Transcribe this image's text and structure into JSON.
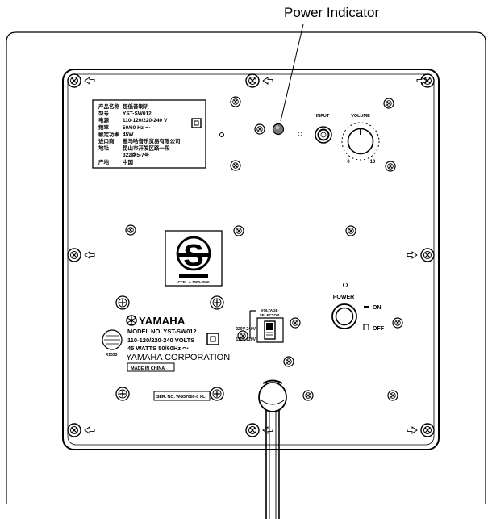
{
  "callout": {
    "label": "Power Indicator"
  },
  "label_plate": {
    "lines": [
      {
        "key": "产品名称",
        "value": "超低音喇叭"
      },
      {
        "key": "型号",
        "value": "YST-SW012"
      },
      {
        "key": "电源",
        "value": "110-120/220-240 V"
      },
      {
        "key": "频率",
        "value": "50/60 Hz ～"
      },
      {
        "key": "额定功率",
        "value": "45W"
      },
      {
        "key": "进口商",
        "value": "雅马哈音乐贸易有限公司"
      },
      {
        "key": "地址",
        "value": "昆山市开发区路一段"
      },
      {
        "key": "",
        "value": "322路5-7号"
      },
      {
        "key": "产地",
        "value": "中国"
      }
    ]
  },
  "input_jack": {
    "label": "INPUT"
  },
  "volume": {
    "label": "VOLUME",
    "min": "0",
    "max": "10"
  },
  "certification": {
    "code": "CCEL A 1000-2000"
  },
  "voltage_selector": {
    "title_line1": "VOLTAGE",
    "title_line2": "SELECTOR",
    "option_high": "220V-240V",
    "option_low": "110V-120V"
  },
  "power_switch": {
    "label": "POWER",
    "on": "ON",
    "off": "OFF"
  },
  "rating_plate": {
    "brand": "YAMAHA",
    "model": "MODEL NO.  YST-SW012",
    "voltage": "110-120/220-240 VOLTS",
    "power": "45 WATTS 50/60Hz ～",
    "corp": "YAMAHA CORPORATION",
    "origin": "MADE IN CHINA",
    "stamp": "R1533"
  },
  "serial": {
    "label": "SER. NO.  WG57080-0 XL"
  }
}
